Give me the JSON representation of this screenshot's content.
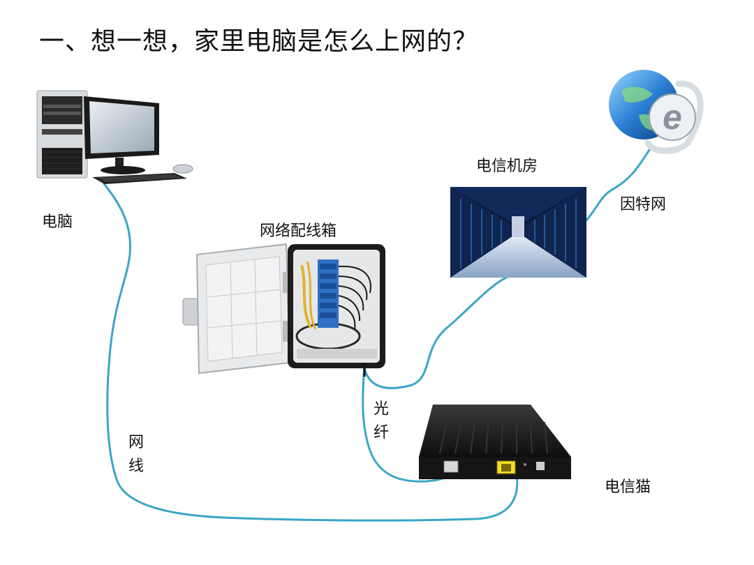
{
  "title": "一、想一想，家里电脑是怎么上网的？",
  "labels": {
    "computer": "电脑",
    "distribution_box": "网络配线箱",
    "telecom_room": "电信机房",
    "internet": "因特网",
    "fiber": "光纤",
    "network_cable": "网线",
    "modem": "电信猫"
  },
  "cable_color": "#3aa5c6"
}
